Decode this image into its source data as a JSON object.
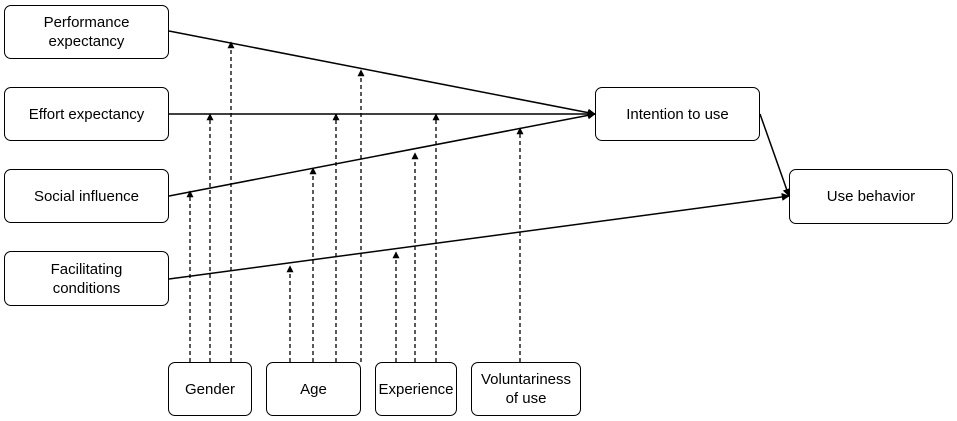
{
  "constructs": {
    "performance_expectancy": "Performance\nexpectancy",
    "effort_expectancy": "Effort expectancy",
    "social_influence": "Social influence",
    "facilitating_conditions": "Facilitating\nconditions",
    "intention_to_use": "Intention to use",
    "use_behavior": "Use behavior"
  },
  "moderators": {
    "gender": "Gender",
    "age": "Age",
    "experience": "Experience",
    "voluntariness": "Voluntariness\nof use"
  },
  "relations": [
    {
      "from": "performance_expectancy",
      "to": "intention_to_use"
    },
    {
      "from": "effort_expectancy",
      "to": "intention_to_use"
    },
    {
      "from": "social_influence",
      "to": "intention_to_use"
    },
    {
      "from": "facilitating_conditions",
      "to": "use_behavior"
    },
    {
      "from": "intention_to_use",
      "to": "use_behavior"
    }
  ],
  "moderations": [
    {
      "moderator": "gender",
      "relation": "performance_expectancy-intention_to_use"
    },
    {
      "moderator": "gender",
      "relation": "effort_expectancy-intention_to_use"
    },
    {
      "moderator": "gender",
      "relation": "social_influence-intention_to_use"
    },
    {
      "moderator": "age",
      "relation": "performance_expectancy-intention_to_use"
    },
    {
      "moderator": "age",
      "relation": "effort_expectancy-intention_to_use"
    },
    {
      "moderator": "age",
      "relation": "social_influence-intention_to_use"
    },
    {
      "moderator": "age",
      "relation": "facilitating_conditions-use_behavior"
    },
    {
      "moderator": "experience",
      "relation": "effort_expectancy-intention_to_use"
    },
    {
      "moderator": "experience",
      "relation": "social_influence-intention_to_use"
    },
    {
      "moderator": "experience",
      "relation": "facilitating_conditions-use_behavior"
    },
    {
      "moderator": "voluntariness",
      "relation": "social_influence-intention_to_use"
    }
  ],
  "colors": {
    "stroke": "#000000",
    "fill": "#ffffff"
  }
}
